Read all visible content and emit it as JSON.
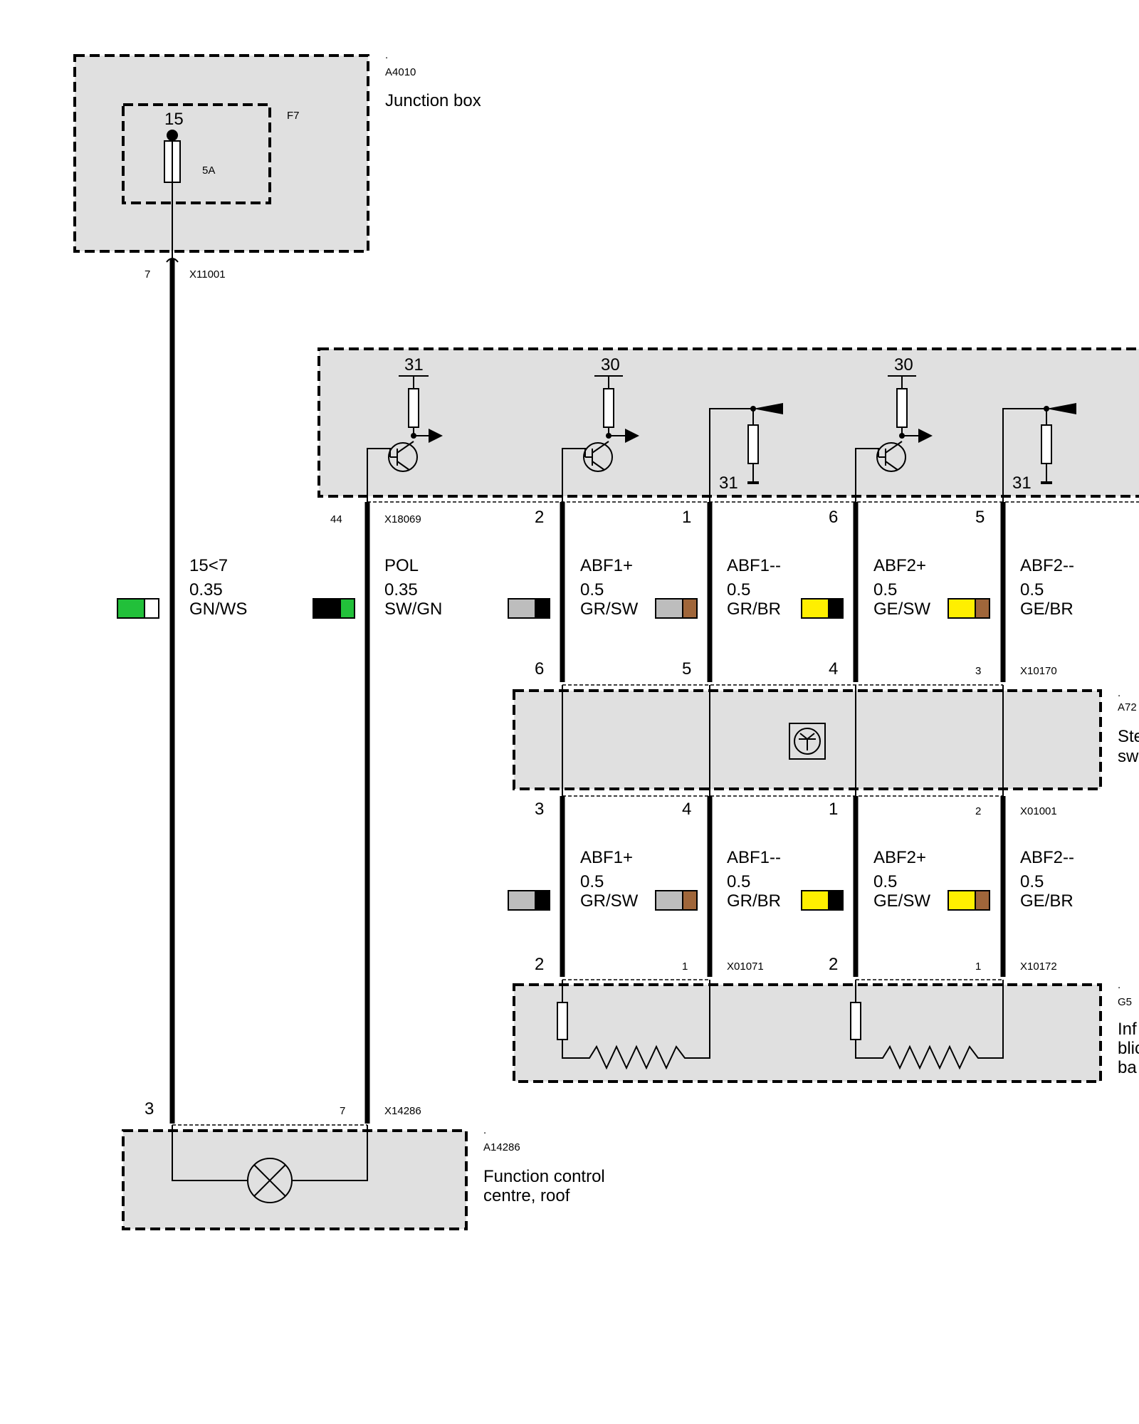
{
  "colors": {
    "GN": "#22c03a",
    "WS": "#ffffff",
    "SW": "#000000",
    "GR": "#bdbdbd",
    "BR": "#a0663a",
    "GE": "#ffef00"
  },
  "junction_box": {
    "dot": ".",
    "id": "A4010",
    "name": "Junction box",
    "fuse_id": "F7",
    "terminal": "15",
    "rating": "5A"
  },
  "x11001": {
    "pin": "7",
    "connector": "X11001"
  },
  "module": {
    "terminals": {
      "t31": "31",
      "t30a": "30",
      "t30b": "30",
      "gnd1": "31",
      "gnd2": "31"
    }
  },
  "x18069": {
    "pin": "44",
    "connector": "X18069"
  },
  "top_pins": {
    "p1": "2",
    "p2": "1",
    "p3": "6",
    "p4": "5"
  },
  "wire_15": {
    "signal": "15<7",
    "gauge": "0.35",
    "color": "GN/WS"
  },
  "wire_pol": {
    "signal": "POL",
    "gauge": "0.35",
    "color": "SW/GN"
  },
  "upper_wires": [
    {
      "signal": "ABF1+",
      "gauge": "0.5",
      "color": "GR/SW"
    },
    {
      "signal": "ABF1--",
      "gauge": "0.5",
      "color": "GR/BR"
    },
    {
      "signal": "ABF2+",
      "gauge": "0.5",
      "color": "GE/SW"
    },
    {
      "signal": "ABF2--",
      "gauge": "0.5",
      "color": "GE/BR"
    }
  ],
  "x10170_pins": {
    "p1": "6",
    "p2": "5",
    "p3": "4",
    "p4": "3",
    "connector": "X10170"
  },
  "a72": {
    "dot": ".",
    "id": "A72",
    "name_line1": "Ste",
    "name_line2": "sw"
  },
  "x01001_pins": {
    "p1": "3",
    "p2": "4",
    "p3": "1",
    "p4": "2",
    "connector": "X01001"
  },
  "lower_wires": [
    {
      "signal": "ABF1+",
      "gauge": "0.5",
      "color": "GR/SW"
    },
    {
      "signal": "ABF1--",
      "gauge": "0.5",
      "color": "GR/BR"
    },
    {
      "signal": "ABF2+",
      "gauge": "0.5",
      "color": "GE/SW"
    },
    {
      "signal": "ABF2--",
      "gauge": "0.5",
      "color": "GE/BR"
    }
  ],
  "x01071": {
    "p1": "2",
    "p2": "1",
    "connector": "X01071"
  },
  "x10172": {
    "p1": "2",
    "p2": "1",
    "connector": "X10172"
  },
  "g5": {
    "dot": ".",
    "id": "G5",
    "name_line1": "Inf",
    "name_line2": "blic",
    "name_line3": "ba"
  },
  "x14286": {
    "p1": "3",
    "p2": "7",
    "connector": "X14286"
  },
  "a14286": {
    "dot": ".",
    "id": "A14286",
    "name_line1": "Function control",
    "name_line2": "centre, roof"
  }
}
